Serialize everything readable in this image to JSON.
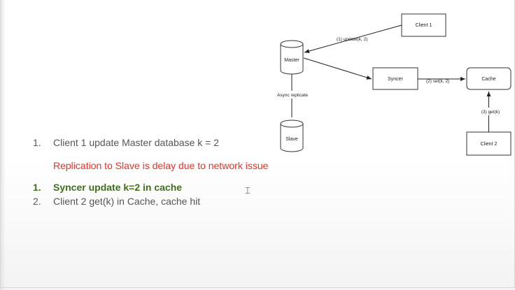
{
  "diagram": {
    "nodes": {
      "client1": "Client 1",
      "master": "Master",
      "syncer": "Syncer",
      "cache": "Cache",
      "slave": "Slave",
      "client2": "Client 2"
    },
    "edges": {
      "update": "(1) update(k, 2)",
      "async": "Async replicate",
      "set": "(2) set(k, 2)",
      "get": "(3) get(k)"
    }
  },
  "notes": {
    "item1_num": "1.",
    "item1_text": "Client 1 update Master database k = 2",
    "warning": "Replication to Slave is delay due to network issue",
    "item2_num": "1.",
    "item2_text": "Syncer update k=2 in cache",
    "item3_num": "2.",
    "item3_text": "Client 2 get(k) in Cache, cache hit"
  },
  "colors": {
    "warning": "#e8322a",
    "highlight": "#3f6f1e"
  }
}
